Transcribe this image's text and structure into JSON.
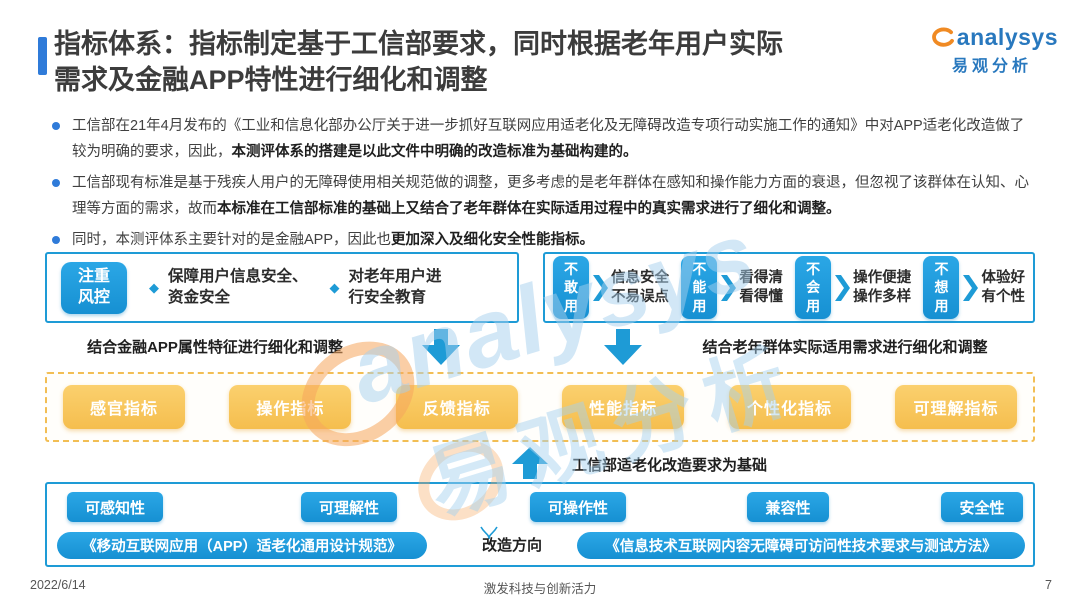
{
  "page": {
    "title_line1": "指标体系：指标制定基于工信部要求，同时根据老年用户实际",
    "title_line2": "需求及金融APP特性进行细化和调整"
  },
  "logo": {
    "en": "analysys",
    "cn": "易观分析"
  },
  "bullets": [
    {
      "normal": "工信部在21年4月发布的《工业和信息化部办公厅关于进一步抓好互联网应用适老化及无障碍改造专项行动实施工作的通知》中对APP适老化改造做了较为明确的要求，因此，",
      "bold": "本测评体系的搭建是以此文件中明确的改造标准为基础构建的。"
    },
    {
      "normal": "工信部现有标准是基于残疾人用户的无障碍使用相关规范做的调整，更多考虑的是老年群体在感知和操作能力方面的衰退，但忽视了该群体在认知、心理等方面的需求，故而",
      "bold": "本标准在工信部标准的基础上又结合了老年群体在实际适用过程中的真实需求进行了细化和调整。"
    },
    {
      "normal": "同时，本测评体系主要针对的是金融APP，因此也",
      "bold": "更加深入及细化安全性能指标。"
    }
  ],
  "risk_box": {
    "badge_line1": "注重",
    "badge_line2": "风控",
    "items": [
      {
        "line1": "保障用户信息安全、",
        "line2": "资金安全"
      },
      {
        "line1": "对老年用户进",
        "line2": "行安全教育"
      }
    ]
  },
  "needs_box": {
    "groups": [
      {
        "badge": "不敢用",
        "line1": "信息安全",
        "line2": "不易误点"
      },
      {
        "badge": "不能用",
        "line1": "看得清",
        "line2": "看得懂"
      },
      {
        "badge": "不会用",
        "line1": "操作便捷",
        "line2": "操作多样"
      },
      {
        "badge": "不想用",
        "line1": "体验好",
        "line2": "有个性"
      }
    ]
  },
  "captions": {
    "left": "结合金融APP属性特征进行细化和调整",
    "right": "结合老年群体实际适用需求进行细化和调整"
  },
  "indicators": [
    "感官指标",
    "操作指标",
    "反馈指标",
    "性能指标",
    "个性化指标",
    "可理解指标"
  ],
  "base_caption": "工信部适老化改造要求为基础",
  "principles": [
    "可感知性",
    "可理解性",
    "可操作性",
    "兼容性",
    "安全性"
  ],
  "standards": {
    "left": "《移动互联网应用（APP）适老化通用设计规范》",
    "middle": "改造方向",
    "right": "《信息技术互联网内容无障碍可访问性技术要求与测试方法》"
  },
  "footer": {
    "date": "2022/6/14",
    "center": "激发科技与创新活力",
    "page": "7"
  },
  "watermark": {
    "en": "analysys",
    "cn": "易观分析"
  },
  "colors": {
    "accent_blue": "#2F7BD9",
    "diagram_blue": "#1E9BD6",
    "button_blue": "#1B9CDE",
    "indicator_yellow": "#F7C85E",
    "title_text": "#3C3C3C"
  }
}
